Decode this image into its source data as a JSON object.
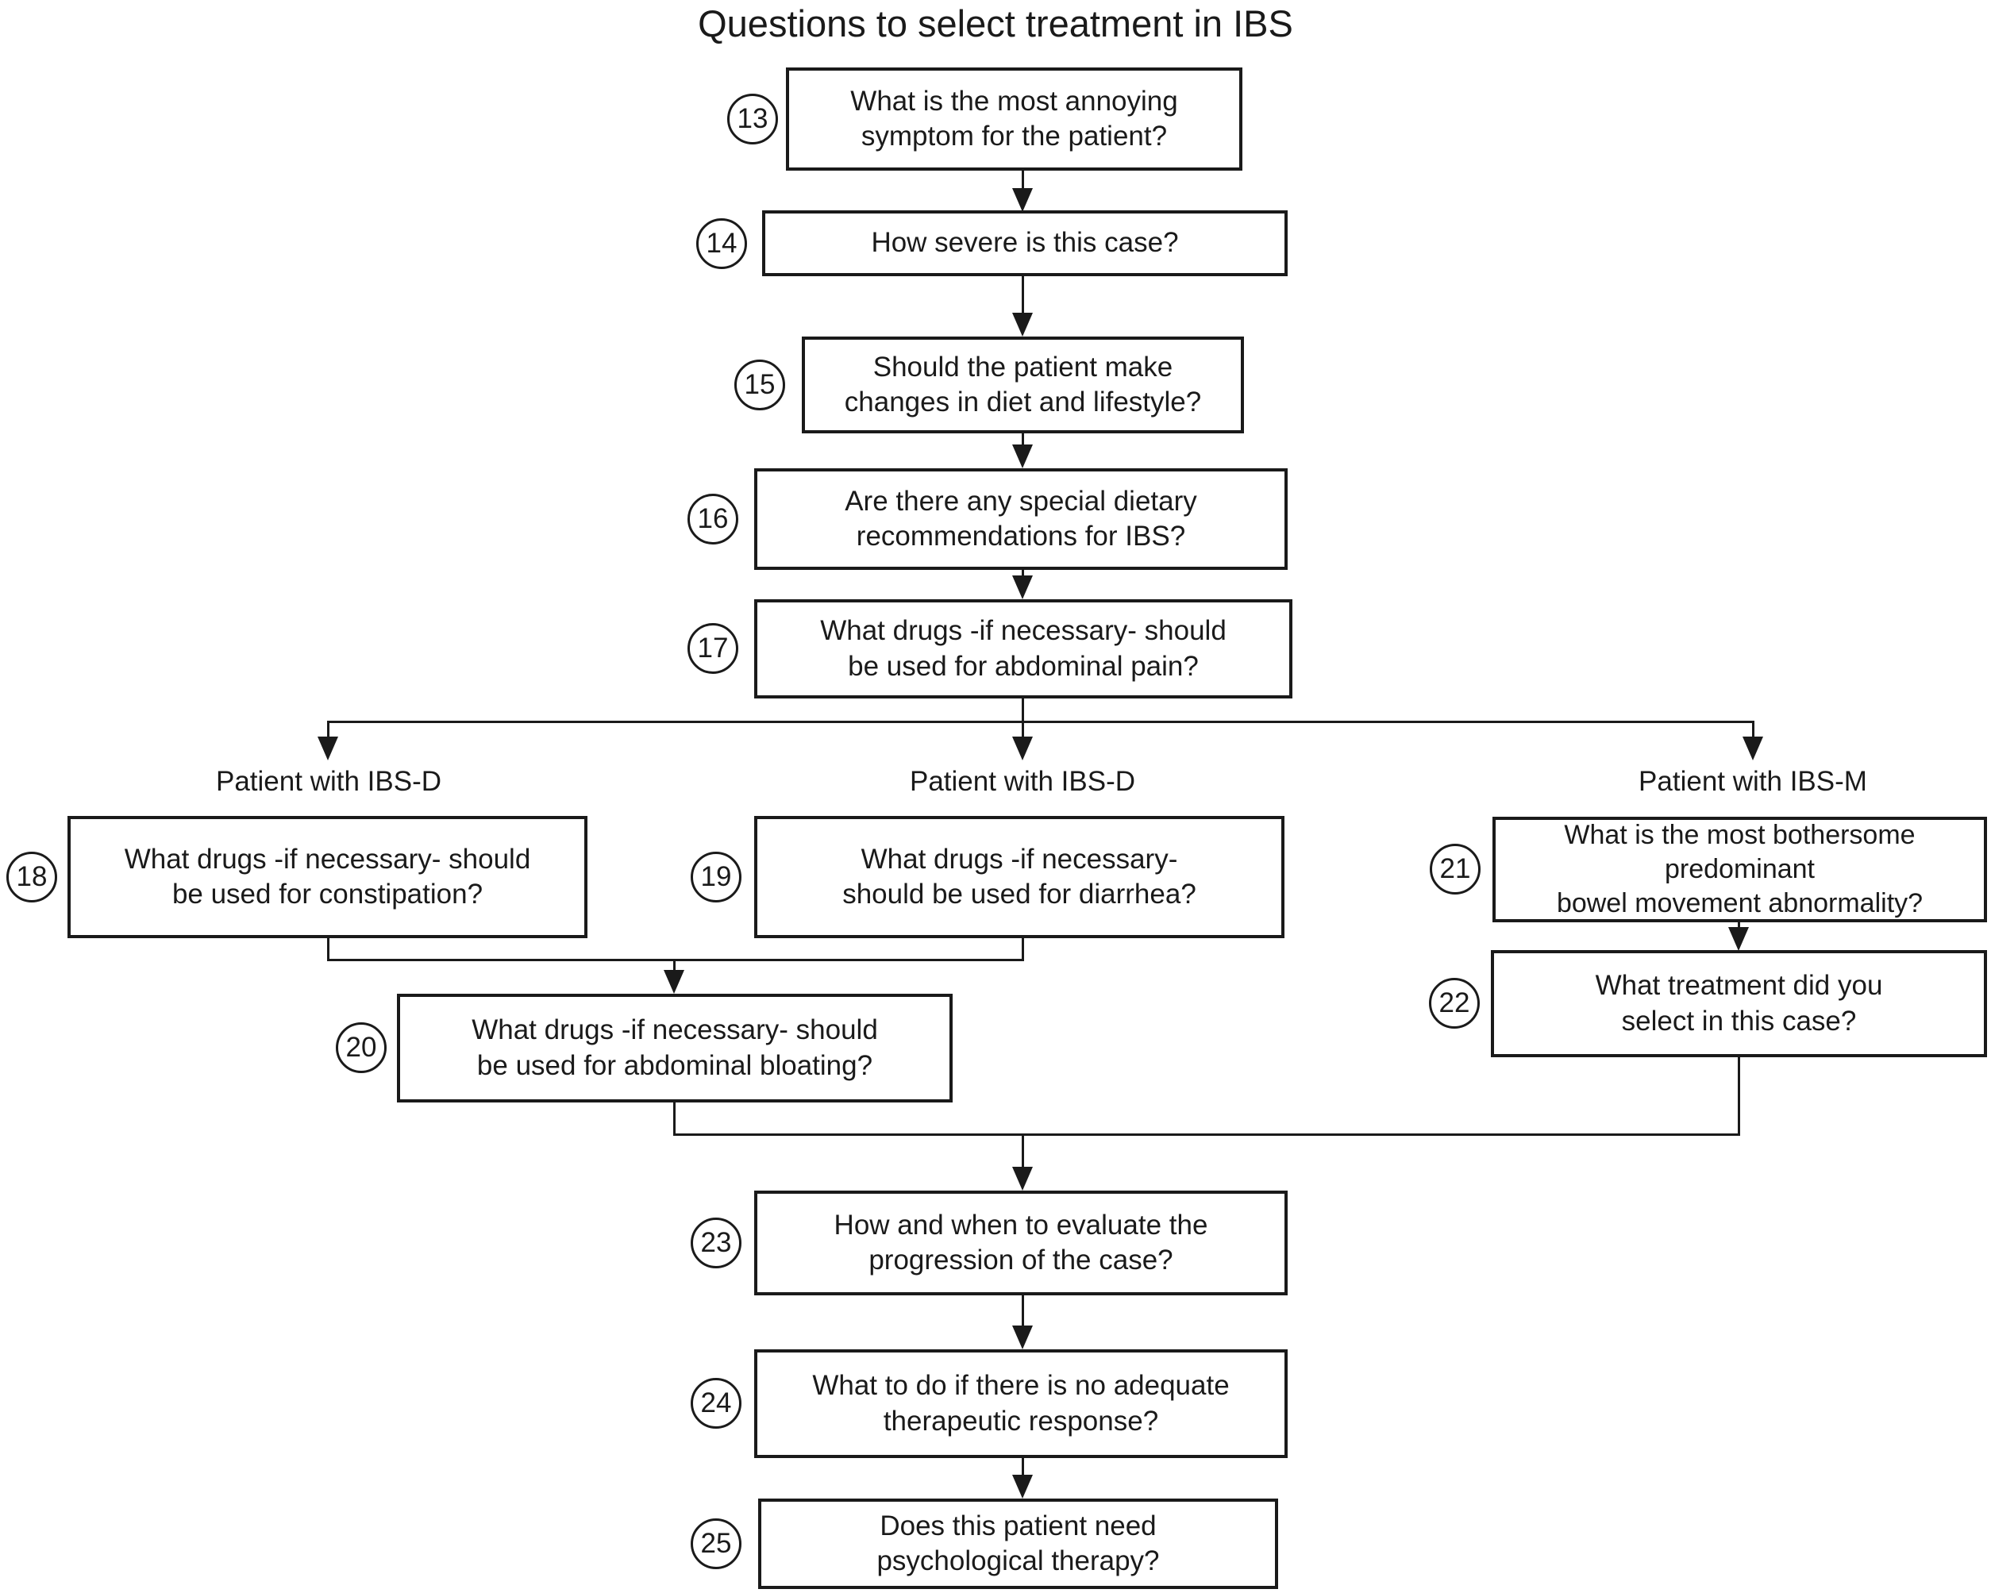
{
  "title": "Questions to select treatment in IBS",
  "colors": {
    "ink": "#1a1a1a",
    "background": "#ffffff"
  },
  "diagram": {
    "type": "flowchart",
    "branch_labels": {
      "left": "Patient with IBS-D",
      "middle": "Patient with IBS-D",
      "right": "Patient with IBS-M"
    },
    "nodes": {
      "q13": {
        "number": "13",
        "text": "What is the most annoying\nsymptom for the patient?"
      },
      "q14": {
        "number": "14",
        "text": "How severe is this case?"
      },
      "q15": {
        "number": "15",
        "text": "Should the patient make\nchanges in diet and lifestyle?"
      },
      "q16": {
        "number": "16",
        "text": "Are there any special dietary\nrecommendations for IBS?"
      },
      "q17": {
        "number": "17",
        "text": "What drugs -if necessary- should\nbe used for abdominal pain?"
      },
      "q18": {
        "number": "18",
        "text": "What drugs -if necessary- should\nbe used for constipation?"
      },
      "q19": {
        "number": "19",
        "text": "What drugs -if necessary-\nshould be used for diarrhea?"
      },
      "q20": {
        "number": "20",
        "text": "What drugs -if necessary- should\nbe used for abdominal bloating?"
      },
      "q21": {
        "number": "21",
        "text": "What is the most bothersome\npredominant\nbowel movement abnormality?"
      },
      "q22": {
        "number": "22",
        "text": "What treatment did you\nselect in this case?"
      },
      "q23": {
        "number": "23",
        "text": "How and when to evaluate the\nprogression of the case?"
      },
      "q24": {
        "number": "24",
        "text": "What to do if there is no adequate\ntherapeutic response?"
      },
      "q25": {
        "number": "25",
        "text": "Does this patient need\npsychological therapy?"
      }
    },
    "connections": [
      "13 -> 14",
      "14 -> 15",
      "15 -> 16",
      "16 -> 17",
      "17 -> 18 (Patient with IBS-D)",
      "17 -> 19 (Patient with IBS-D)",
      "17 -> 21 (Patient with IBS-M)",
      "18 -> 20",
      "19 -> 20",
      "21 -> 22",
      "20 -> 23",
      "22 -> 23",
      "23 -> 24",
      "24 -> 25"
    ]
  }
}
